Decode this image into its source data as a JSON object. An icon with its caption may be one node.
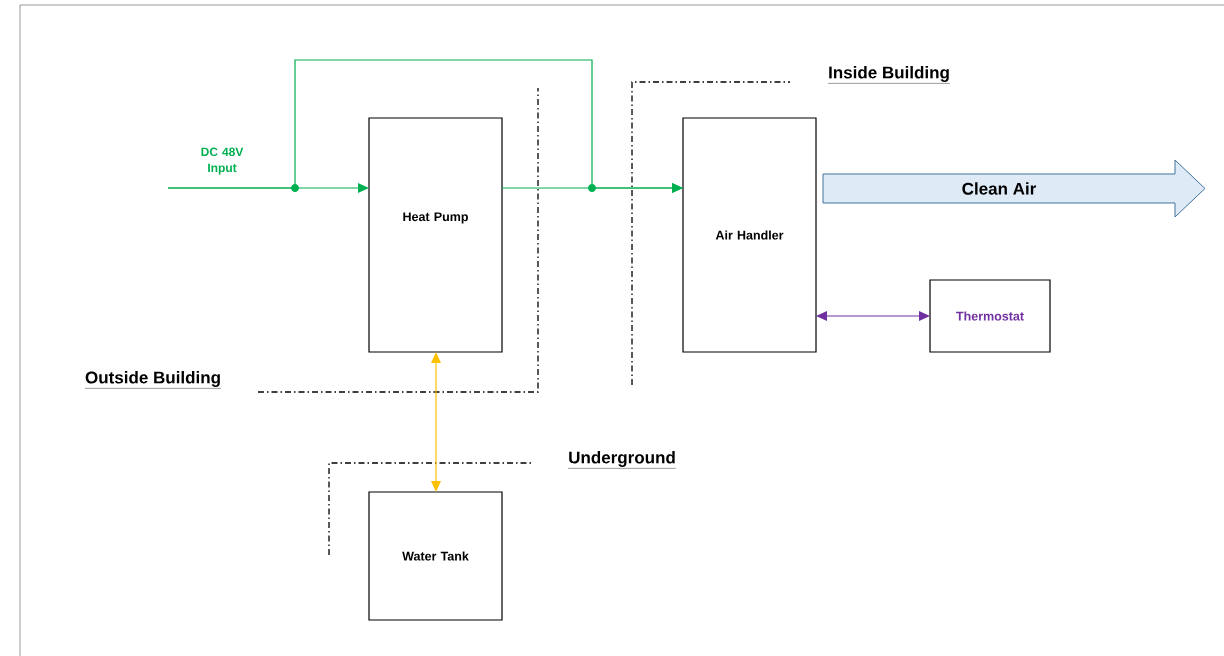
{
  "diagram": {
    "nodes": [
      {
        "text": [
          "Heat Pump"
        ]
      },
      {
        "text": [
          "Air Handler"
        ]
      },
      {
        "text": [
          "Thermostat"
        ]
      },
      {
        "text": [
          "Water Tank"
        ]
      },
      {
        "text": [
          "Clean Air"
        ]
      }
    ],
    "edges": [
      {
        "from": null,
        "to": 0,
        "arrow": "to",
        "label": "DC 48V Input",
        "color": "#00b050"
      },
      {
        "from": null,
        "to": 1,
        "arrow": "to",
        "color": "#00b050"
      },
      {
        "from": 0,
        "to": 1,
        "arrow": "to",
        "color": "#00b050"
      },
      {
        "from": 1,
        "to": 2,
        "arrow": "both",
        "color": "#7030a0"
      },
      {
        "from": 0,
        "to": 3,
        "arrow": "both",
        "color": "#ffc000"
      }
    ],
    "labels": [
      "Inside Building",
      "Outside Building",
      "Underground"
    ]
  }
}
